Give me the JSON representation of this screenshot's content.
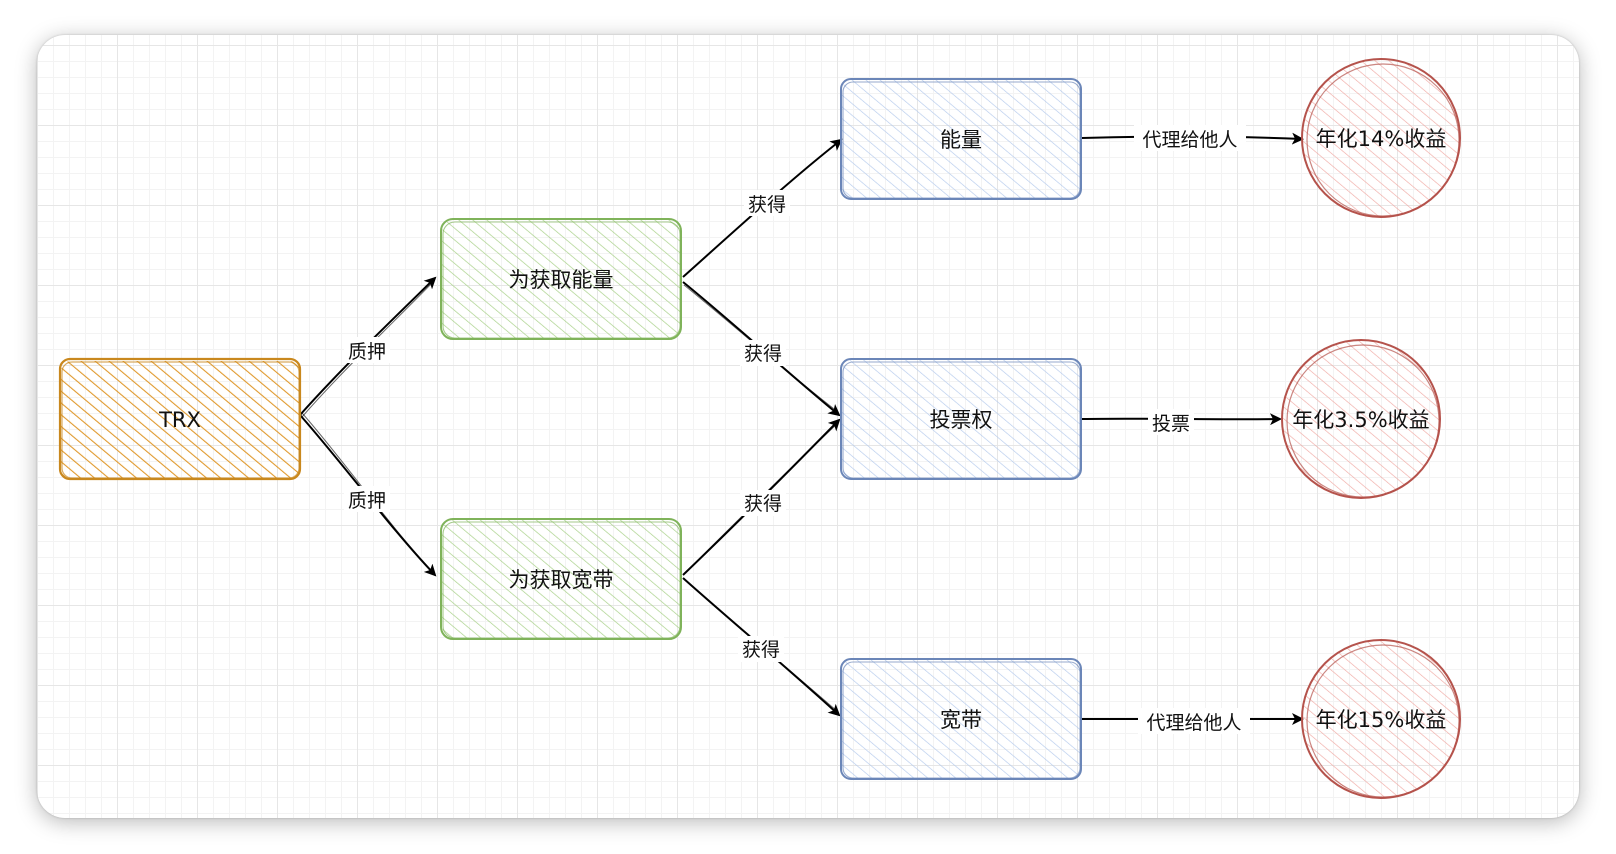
{
  "colors": {
    "trx_stroke": "#c9881e",
    "trx_fill": "#e9a43a",
    "green_stroke": "#7fb35a",
    "green_fill": "#bcdca0",
    "blue_stroke": "#6b86b8",
    "blue_fill": "#bcd0ef",
    "red_stroke": "#b5534c",
    "red_fill": "#f1b7b3",
    "arrow": "#000000"
  },
  "nodes": {
    "trx": "TRX",
    "get_energy": "为获取能量",
    "get_bandwidth": "为获取宽带",
    "energy": "能量",
    "vote_right": "投票权",
    "bandwidth": "宽带",
    "yield_14": "年化14%收益",
    "yield_35": "年化3.5%收益",
    "yield_15": "年化15%收益"
  },
  "edges": {
    "stake_top": "质押",
    "stake_bottom": "质押",
    "obtain_energy": "获得",
    "obtain_vote_from_energy": "获得",
    "obtain_vote_from_bandwidth": "获得",
    "obtain_bandwidth": "获得",
    "delegate_energy": "代理给他人",
    "vote": "投票",
    "delegate_bandwidth": "代理给他人"
  }
}
